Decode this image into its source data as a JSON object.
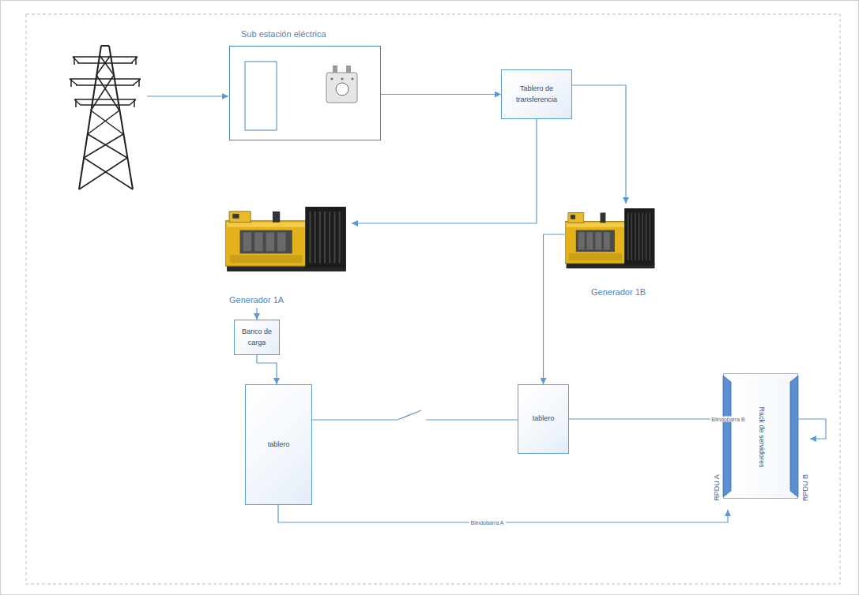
{
  "diagram": {
    "nodes": [
      {
        "text": [
          "Sub estación eléctrica"
        ]
      },
      {
        "text": [
          "Tablero de transferencia"
        ]
      },
      {
        "text": [
          "Generador 1A"
        ]
      },
      {
        "text": [
          "Generador 1B"
        ]
      },
      {
        "text": [
          "Banco de carga"
        ]
      },
      {
        "text": [
          "tablero"
        ]
      },
      {
        "text": [
          "tablero"
        ]
      },
      {
        "text": [
          "Rack de servidores"
        ]
      },
      {
        "text": [
          "RPDU A"
        ]
      },
      {
        "text": [
          "RPDU B"
        ]
      }
    ],
    "edges": [
      {
        "from": 0,
        "to": 1,
        "arrow": "to"
      },
      {
        "from": 1,
        "to": 2,
        "arrow": "to"
      },
      {
        "from": 1,
        "to": 3,
        "arrow": "to"
      },
      {
        "from": 2,
        "to": 4,
        "arrow": "to"
      },
      {
        "from": 4,
        "to": 5,
        "arrow": "to"
      },
      {
        "from": 3,
        "to": 6,
        "arrow": "to"
      },
      {
        "from": 5,
        "to": 6,
        "arrow": "none"
      },
      {
        "from": 6,
        "to": 9,
        "label": "Blindobarra B",
        "arrow": "to"
      },
      {
        "from": 5,
        "to": 8,
        "label": "Blindobarra A",
        "arrow": "to"
      }
    ]
  }
}
